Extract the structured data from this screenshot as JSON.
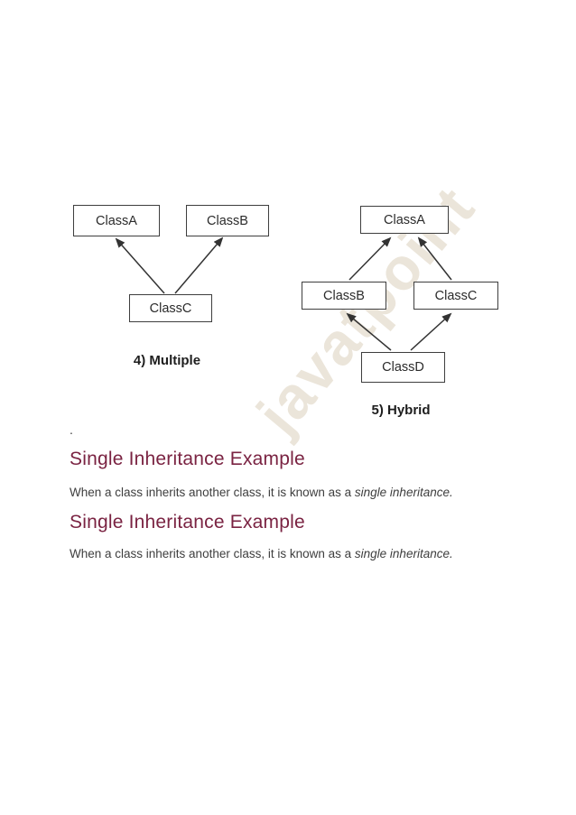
{
  "figure": {
    "watermark_text": "javatpoint",
    "multiple": {
      "caption": "4)  Multiple",
      "class_a": "ClassA",
      "class_b": "ClassB",
      "class_c": "ClassC"
    },
    "hybrid": {
      "caption": "5) Hybrid",
      "class_a": "ClassA",
      "class_b": "ClassB",
      "class_c": "ClassC",
      "class_d": "ClassD"
    }
  },
  "document": {
    "stray_period": ".",
    "sections": [
      {
        "heading": "Single Inheritance Example",
        "body_text": "When a class inherits another class, it is known as a ",
        "body_italic": "single inheritance."
      },
      {
        "heading": "Single Inheritance Example",
        "body_text": "When a class inherits another class, it is known as a ",
        "body_italic": "single inheritance."
      }
    ]
  },
  "colors": {
    "heading": "#7a2342",
    "body_text": "#3e3e3e",
    "box_border": "#3e3e3e",
    "box_text": "#2b2b2b",
    "arrow": "#333333",
    "watermark": "#ebe5da",
    "caption": "#1e1e1e",
    "page_background": "#ffffff"
  }
}
